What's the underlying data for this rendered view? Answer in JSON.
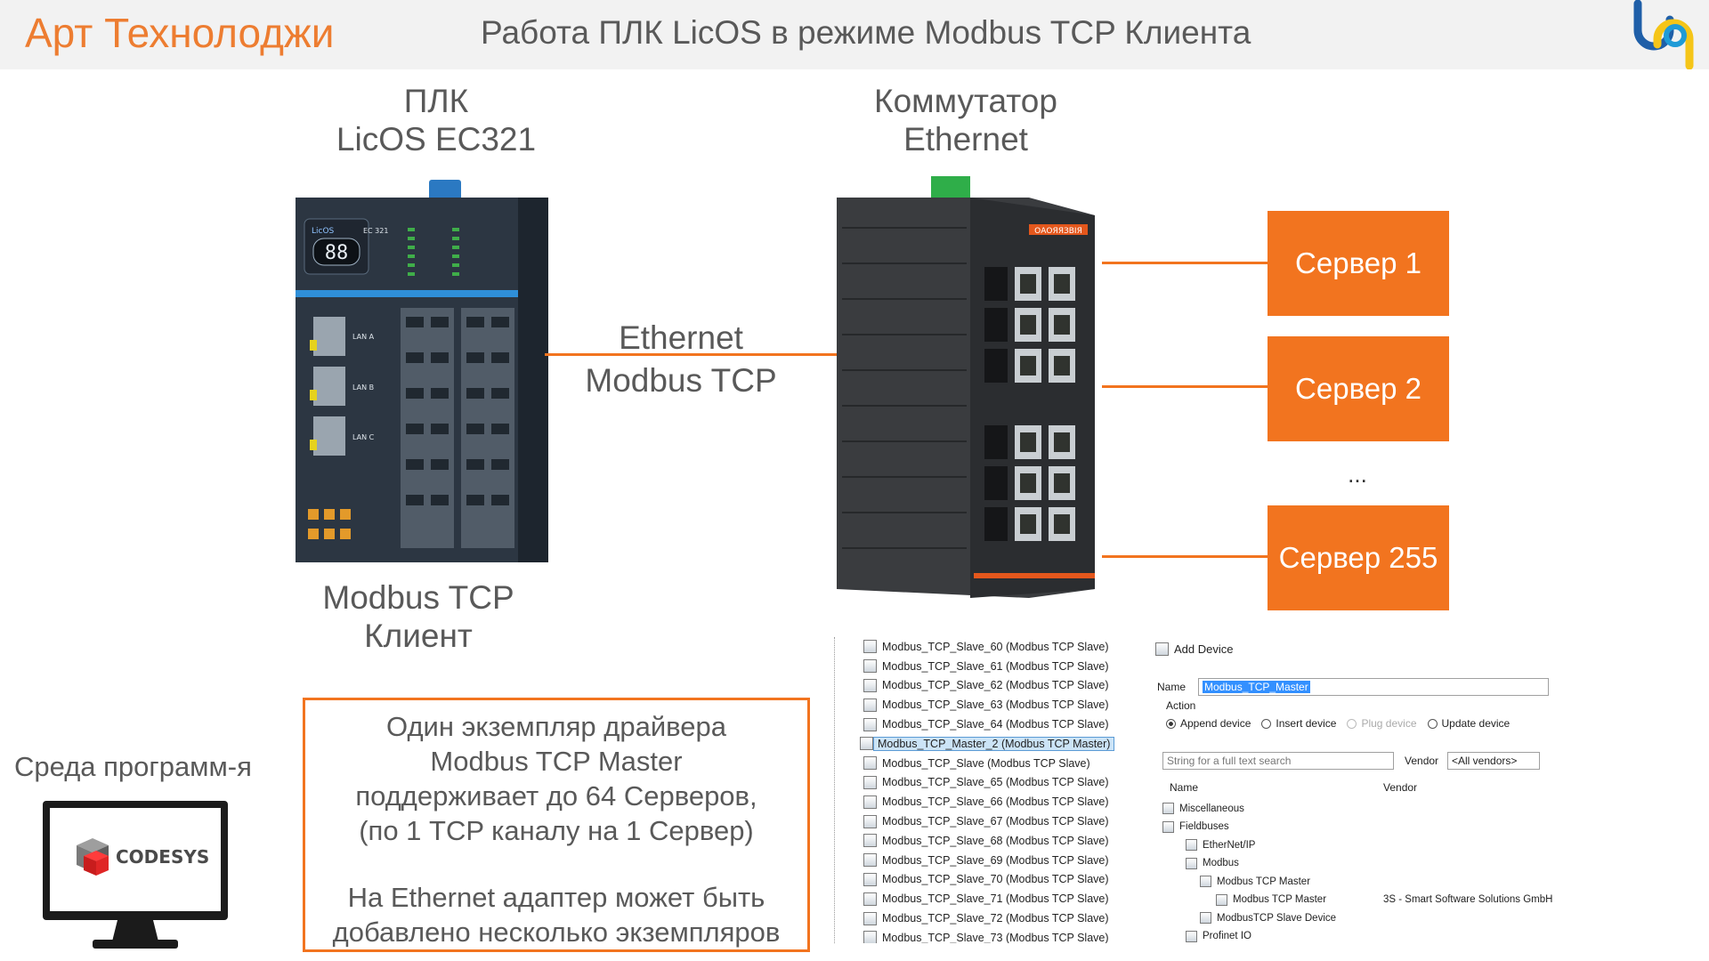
{
  "header": {
    "brand": "Арт Технолоджи",
    "title": "Работа ПЛК LicOS в режиме Modbus TCP Клиента"
  },
  "plc": {
    "title_line1": "ПЛК",
    "title_line2": "LicOS EC321",
    "role_line1": "Modbus TCP",
    "role_line2": "Клиент",
    "brand_text": "LicOS",
    "model_text": "EC 321",
    "display": "88",
    "ports": [
      "LAN A",
      "LAN B",
      "LAN C"
    ]
  },
  "link": {
    "line1": "Ethernet",
    "line2": "Modbus TCP"
  },
  "switch": {
    "title_line1": "Коммутатор",
    "title_line2": "Ethernet",
    "brand_text": "ОАОЯЯЗВІЯ"
  },
  "servers": [
    "Сервер 1",
    "Сервер 2",
    "Сервер 255"
  ],
  "servers_ellipsis": "...",
  "note": {
    "line1": "Один экземпляр драйвера",
    "line2": "Modbus TCP Master",
    "line3": "поддерживает до 64 Серверов,",
    "line4": "(по 1 TCP каналу на 1 Сервер)",
    "line5": "На Ethernet адаптер может быть",
    "line6": "добавлено несколько экземпляров"
  },
  "ide": {
    "label": "Среда программ-я",
    "logo_text": "CODESYS"
  },
  "device_tree": [
    "Modbus_TCP_Slave_60 (Modbus TCP Slave)",
    "Modbus_TCP_Slave_61 (Modbus TCP Slave)",
    "Modbus_TCP_Slave_62 (Modbus TCP Slave)",
    "Modbus_TCP_Slave_63 (Modbus TCP Slave)",
    "Modbus_TCP_Slave_64 (Modbus TCP Slave)",
    "Modbus_TCP_Master_2 (Modbus TCP Master)",
    "Modbus_TCP_Slave (Modbus TCP Slave)",
    "Modbus_TCP_Slave_65 (Modbus TCP Slave)",
    "Modbus_TCP_Slave_66 (Modbus TCP Slave)",
    "Modbus_TCP_Slave_67 (Modbus TCP Slave)",
    "Modbus_TCP_Slave_68 (Modbus TCP Slave)",
    "Modbus_TCP_Slave_69 (Modbus TCP Slave)",
    "Modbus_TCP_Slave_70 (Modbus TCP Slave)",
    "Modbus_TCP_Slave_71 (Modbus TCP Slave)",
    "Modbus_TCP_Slave_72 (Modbus TCP Slave)",
    "Modbus_TCP_Slave_73 (Modbus TCP Slave)"
  ],
  "device_tree_selected": "Modbus_TCP_Master_2 (Modbus TCP Master)",
  "add_device": {
    "title": "Add Device",
    "name_label": "Name",
    "name_value": "Modbus_TCP_Master",
    "action_label": "Action",
    "actions": [
      "Append device",
      "Insert device",
      "Plug device",
      "Update device"
    ],
    "selected_action": "Append device",
    "search_placeholder": "String for a full text search",
    "vendor_label": "Vendor",
    "vendor_value": "<All vendors>",
    "col_name": "Name",
    "col_vendor": "Vendor",
    "tree": [
      "Miscellaneous",
      "Fieldbuses",
      "EtherNet/IP",
      "Modbus",
      "Modbus TCP Master",
      "Modbus TCP Master",
      "ModbusTCP Slave Device",
      "Profinet IO"
    ],
    "master_vendor": "3S - Smart Software Solutions GmbH"
  },
  "colors": {
    "accent": "#f2741f",
    "brand": "#ed7d31",
    "text": "#595959",
    "header_bg": "#f2f2f2"
  }
}
